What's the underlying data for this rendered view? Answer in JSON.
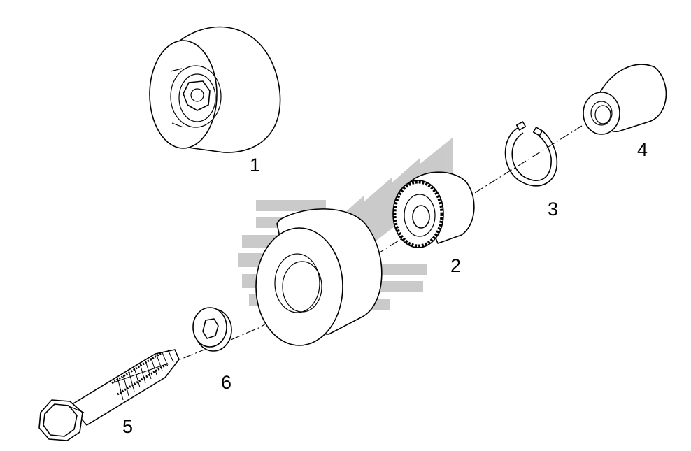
{
  "callouts": {
    "part_1": "1",
    "part_2": "2",
    "part_3": "3",
    "part_4": "4",
    "part_5": "5",
    "part_6": "6"
  },
  "colors": {
    "line": "#000000",
    "background": "#ffffff",
    "watermark": "#c8c8c8"
  }
}
